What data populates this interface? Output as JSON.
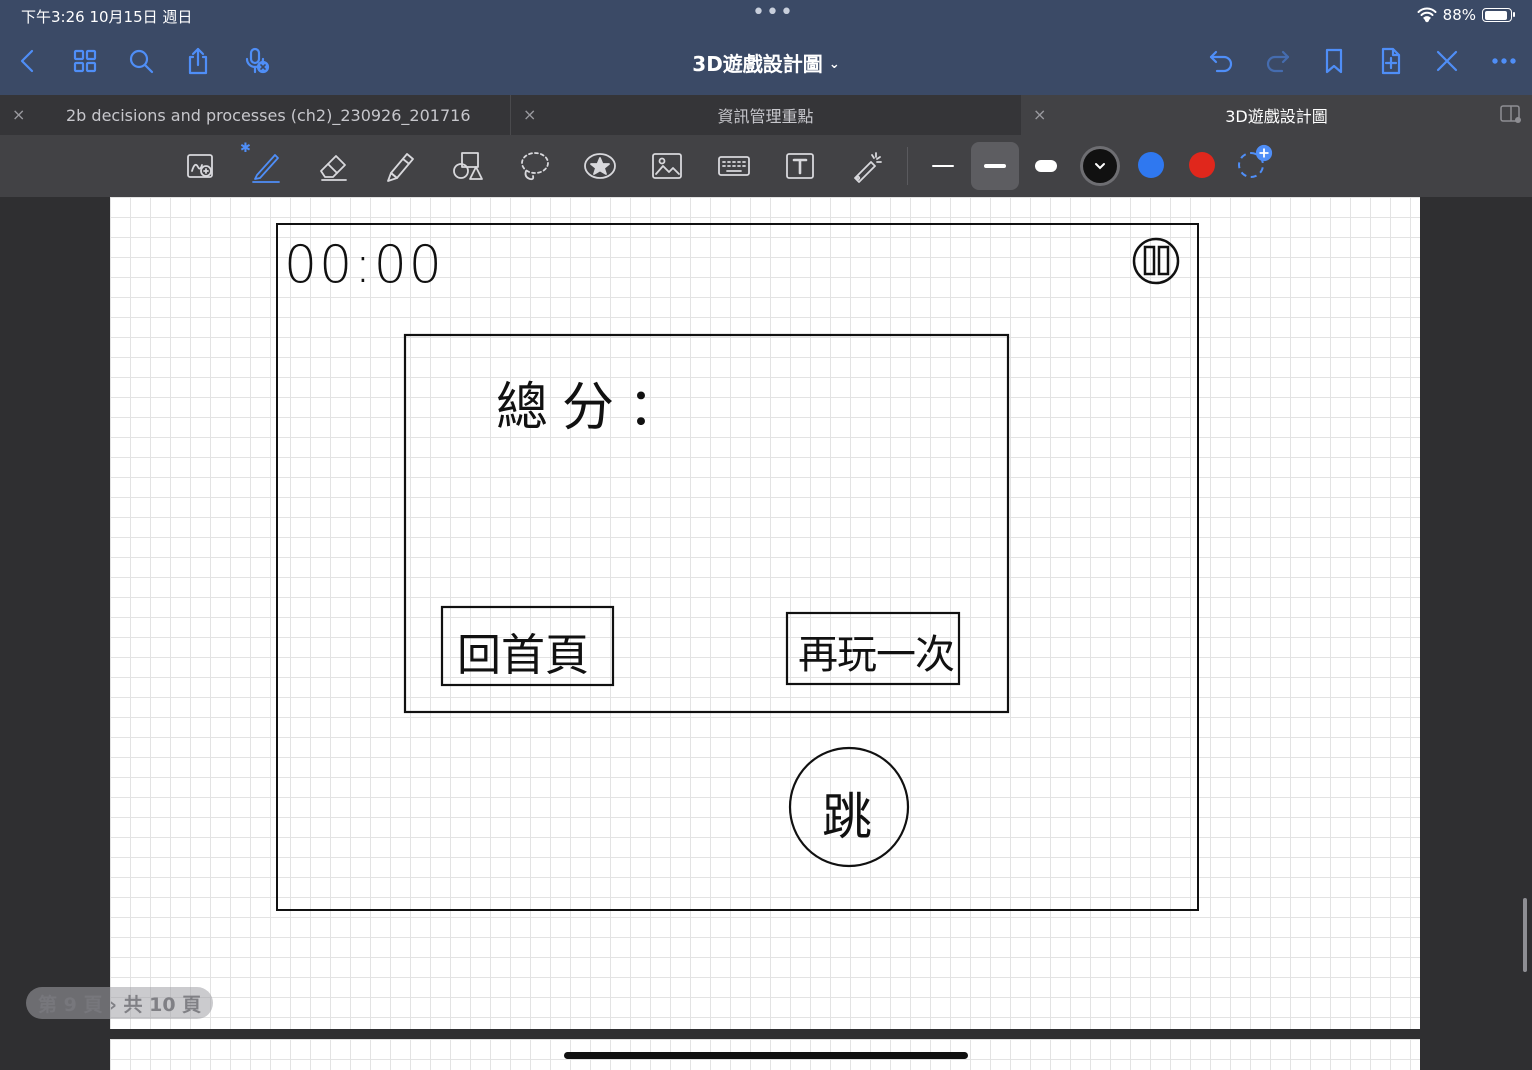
{
  "status_bar": {
    "time": "下午3:26   10月15日 週日",
    "dots": "•••",
    "battery": "88%",
    "battery_level": 0.88
  },
  "nav": {
    "title": "3D遊戲設計圖",
    "title_chevron": "⌄",
    "left_icons": [
      "back-icon",
      "grid-icon",
      "search-icon",
      "share-icon",
      "mic-icon"
    ],
    "right_icons": [
      "undo-icon",
      "redo-icon",
      "bookmark-icon",
      "add-page-icon",
      "close-pen-icon",
      "more-icon"
    ],
    "accent_color": "#4f8ef7"
  },
  "tabs": [
    {
      "label": "2b decisions and processes (ch2)_230926_201716",
      "close": "×",
      "active": false
    },
    {
      "label": "資訊管理重點",
      "close": "×",
      "active": false
    },
    {
      "label": "3D遊戲設計圖",
      "close": "×",
      "active": true
    }
  ],
  "tools": [
    "zoom-window-icon",
    "pen-icon",
    "eraser-icon",
    "highlighter-icon",
    "shapes-icon",
    "lasso-icon",
    "sticker-icon",
    "image-icon",
    "keyboard-icon",
    "text-box-icon",
    "laser-pointer-icon"
  ],
  "colors": {
    "black": "#111111",
    "blue": "#2f78f0",
    "red": "#e0271c"
  },
  "sketch": {
    "timer": "00:00",
    "total_score": "總分：",
    "back_home": "回首頁",
    "play_again": "再玩一次",
    "jump": "跳"
  },
  "page_indicator": "第 9 頁 › 共 10 頁"
}
